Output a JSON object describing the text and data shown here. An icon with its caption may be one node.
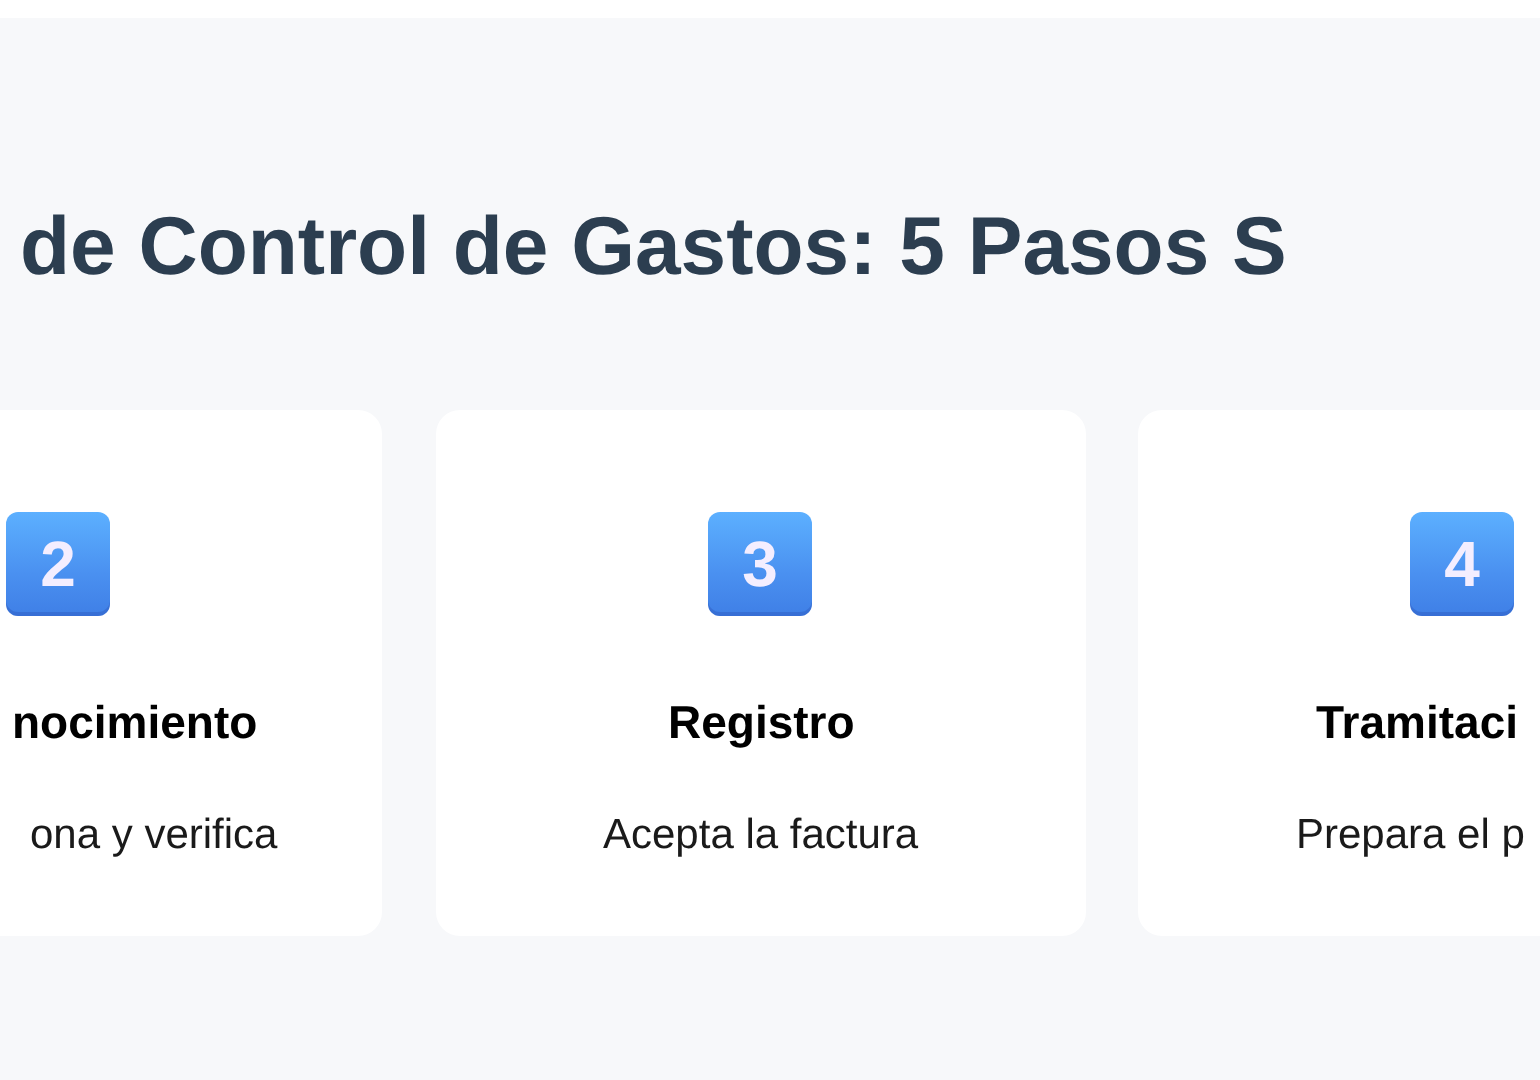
{
  "diagram": {
    "title": "de Control de Gastos: 5 Pasos S",
    "nodes": [
      {
        "text": [
          "2",
          "nocimiento",
          "ona y verifica"
        ]
      },
      {
        "text": [
          "3",
          "Registro",
          "Acepta la factura"
        ]
      },
      {
        "text": [
          "4",
          "Tramitaci",
          "Prepara el p"
        ]
      }
    ]
  }
}
